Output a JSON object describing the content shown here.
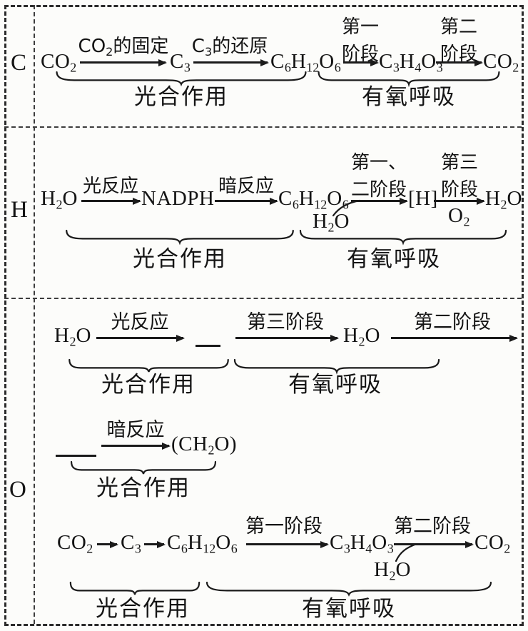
{
  "rowC": {
    "label": "C",
    "chain": {
      "s1": "CO_2",
      "a1": "CO_2的固定",
      "s2": "C_3",
      "a2": "C_3的还原",
      "s3": "C_6H_12O_6",
      "a3_line1": "第一",
      "a3_line2": "阶段",
      "s4": "C_3H_4O_3",
      "a4_line1": "第二",
      "a4_line2": "阶段",
      "s5": "CO_2"
    },
    "braces": {
      "photosynthesis": "光合作用",
      "respiration": "有氧呼吸"
    }
  },
  "rowH": {
    "label": "H",
    "chain": {
      "s1": "H_2O",
      "a1": "光反应",
      "s2": "NADPH",
      "a2": "暗反应",
      "s3": "C_6H_12O_6",
      "a3_line1": "第一、",
      "a3_line2": "二阶段",
      "a3_inflow": "H_2O",
      "s4": "[H]",
      "a4_line1": "第三",
      "a4_line2": "阶段",
      "a4_below": "O_2",
      "s5": "H_2O"
    },
    "braces": {
      "photosynthesis": "光合作用",
      "respiration": "有氧呼吸"
    }
  },
  "rowO": {
    "label": "O",
    "line1": {
      "s1": "H_2O",
      "a1": "光反应",
      "blank": "__",
      "a2": "第三阶段",
      "s2": "H_2O",
      "a3": "第二阶段",
      "braces": {
        "photosynthesis": "光合作用",
        "respiration": "有氧呼吸"
      }
    },
    "line2": {
      "blank": "___",
      "a1": "暗反应",
      "s1": "(CH_2O)",
      "braces": {
        "photosynthesis": "光合作用"
      }
    },
    "line3": {
      "s1": "CO_2",
      "s2": "C_3",
      "s3": "C_6H_12O_6",
      "a3": "第一阶段",
      "s4": "C_3H_4O_3",
      "a4": "第二阶段",
      "a4_inflow": "H_2O",
      "s5": "CO_2",
      "braces": {
        "photosynthesis": "光合作用",
        "respiration": "有氧呼吸"
      }
    }
  }
}
